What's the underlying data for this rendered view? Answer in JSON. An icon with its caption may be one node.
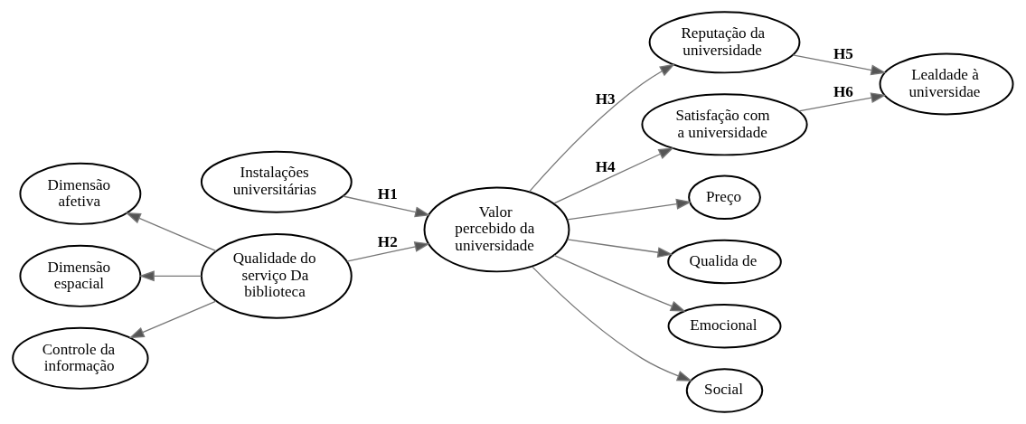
{
  "diagram": {
    "nodes": [
      {
        "text": [
          "Instalações universitárias"
        ]
      },
      {
        "text": [
          "Valor percebido da universidade"
        ]
      },
      {
        "text": [
          "Reputação da universidade"
        ]
      },
      {
        "text": [
          "Lealdade à universidae"
        ]
      },
      {
        "text": [
          "Dimensão afetiva"
        ]
      },
      {
        "text": [
          "Qualidade do serviço Da biblioteca"
        ]
      },
      {
        "text": [
          "Dimensão espacial"
        ]
      },
      {
        "text": [
          "Satisfação com a universidade"
        ]
      },
      {
        "text": [
          "Controle da informação"
        ]
      },
      {
        "text": [
          "Preço"
        ]
      },
      {
        "text": [
          "Qualida de"
        ]
      },
      {
        "text": [
          "Emocional"
        ]
      },
      {
        "text": [
          "Social"
        ]
      }
    ],
    "edges": [
      {
        "from": 0,
        "to": 1,
        "arrow": "to",
        "label": "H1"
      },
      {
        "from": 5,
        "to": 1,
        "arrow": "to",
        "label": "H2"
      },
      {
        "from": 1,
        "to": 2,
        "arrow": "to",
        "label": "H3"
      },
      {
        "from": 1,
        "to": 7,
        "arrow": "to",
        "label": "H4"
      },
      {
        "from": 2,
        "to": 3,
        "arrow": "to",
        "label": "H5"
      },
      {
        "from": 7,
        "to": 3,
        "arrow": "to",
        "label": "H6"
      },
      {
        "from": 5,
        "to": 4,
        "arrow": "to"
      },
      {
        "from": 5,
        "to": 6,
        "arrow": "to"
      },
      {
        "from": 5,
        "to": 8,
        "arrow": "to"
      },
      {
        "from": 1,
        "to": 9,
        "arrow": "to"
      },
      {
        "from": 1,
        "to": 10,
        "arrow": "to"
      },
      {
        "from": 1,
        "to": 11,
        "arrow": "to"
      },
      {
        "from": 1,
        "to": 12,
        "arrow": "to"
      }
    ]
  }
}
